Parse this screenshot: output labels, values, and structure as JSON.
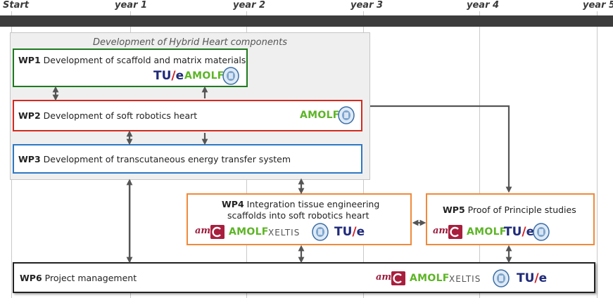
{
  "timeline": {
    "labels": [
      "Start",
      "year 1",
      "year 2",
      "year 3",
      "year 4",
      "year 5"
    ]
  },
  "group": {
    "title": "Development of Hybrid Heart components"
  },
  "wp1": {
    "code": "WP1",
    "title": "Development of scaffold and matrix materials",
    "color": "#1e7a1e"
  },
  "wp2": {
    "code": "WP2",
    "title": "Development of soft robotics heart",
    "color": "#d42a20"
  },
  "wp3": {
    "code": "WP3",
    "title": "Development of transcutaneous energy transfer system",
    "color": "#2f78c4"
  },
  "wp4": {
    "code": "WP4",
    "title_line1": "Integration tissue engineering",
    "title_line2": "scaffolds into soft robotics heart",
    "color": "#f08a3a"
  },
  "wp5": {
    "code": "WP5",
    "title": "Proof of Principle studies",
    "color": "#f08a3a"
  },
  "wp6": {
    "code": "WP6",
    "title": "Project management",
    "color": "#222222"
  },
  "logos": {
    "tue_a": "TU",
    "tue_b": "/",
    "tue_c": "e",
    "amolf": "AMOLF",
    "xeltis": "XELTIS",
    "am": "am"
  },
  "icons": [
    "university-seal-icon",
    "amc-logo-icon"
  ]
}
